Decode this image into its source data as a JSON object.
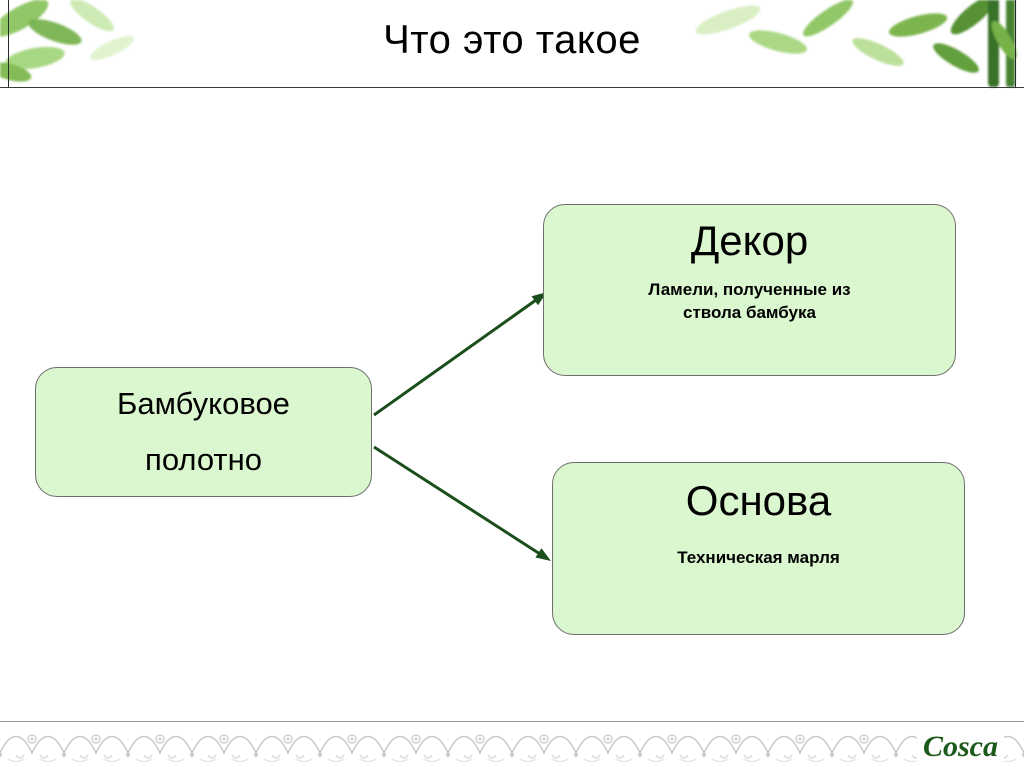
{
  "slide": {
    "title": "Что это такое"
  },
  "diagram": {
    "source": {
      "line1": "Бамбуковое",
      "line2": "полотно"
    },
    "decor": {
      "title": "Декор",
      "subtitle": "Ламели, полученные из ствола бамбука"
    },
    "base": {
      "title": "Основа",
      "subtitle": "Техническая марля"
    }
  },
  "footer": {
    "logo": "Cosca"
  },
  "colors": {
    "box_fill": "#dbf7d0",
    "box_border": "#6e6e6e",
    "arrow": "#1a4e1a",
    "logo_green": "#1c5a1c",
    "ornament_gray": "#c9c9c9"
  }
}
